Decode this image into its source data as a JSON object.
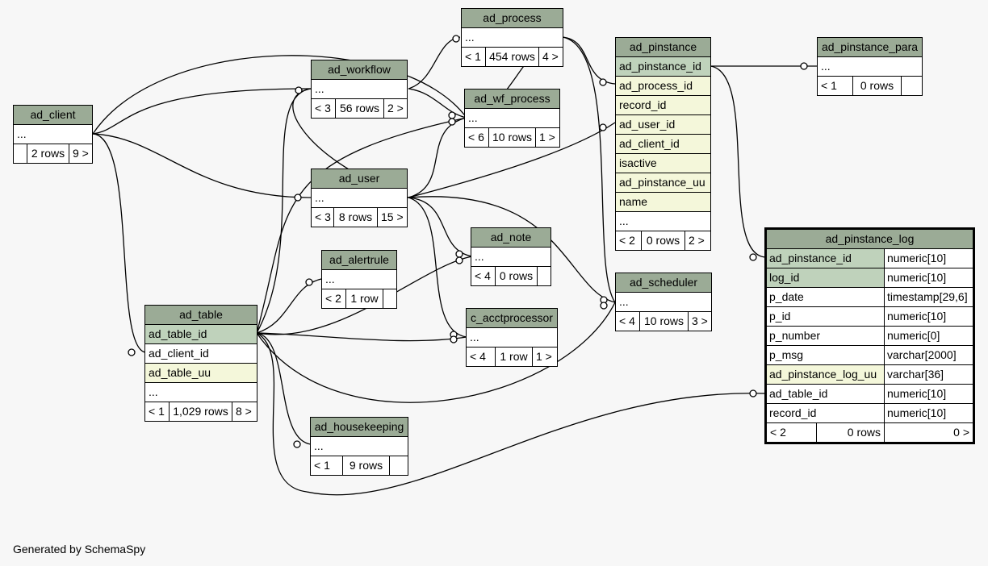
{
  "tables": {
    "ad_process": {
      "name": "ad_process",
      "more": "...",
      "foot": [
        "< 1",
        "454 rows",
        "4 >"
      ]
    },
    "ad_pinstance": {
      "name": "ad_pinstance",
      "columns": [
        "ad_pinstance_id",
        "ad_process_id",
        "record_id",
        "ad_user_id",
        "ad_client_id",
        "isactive",
        "ad_pinstance_uu",
        "name"
      ],
      "more": "...",
      "foot": [
        "< 2",
        "0 rows",
        "2 >"
      ]
    },
    "ad_pinstance_para": {
      "name": "ad_pinstance_para",
      "more": "...",
      "foot": [
        "< 1",
        "0 rows",
        ""
      ]
    },
    "ad_client": {
      "name": "ad_client",
      "more": "...",
      "foot": [
        "",
        "2 rows",
        "9 >"
      ]
    },
    "ad_workflow": {
      "name": "ad_workflow",
      "more": "...",
      "foot": [
        "< 3",
        "56 rows",
        "2 >"
      ]
    },
    "ad_wf_process": {
      "name": "ad_wf_process",
      "more": "...",
      "foot": [
        "< 6",
        "10 rows",
        "1 >"
      ]
    },
    "ad_user": {
      "name": "ad_user",
      "more": "...",
      "foot": [
        "< 3",
        "8 rows",
        "15 >"
      ]
    },
    "ad_note": {
      "name": "ad_note",
      "more": "...",
      "foot": [
        "< 4",
        "0 rows",
        ""
      ]
    },
    "ad_alertrule": {
      "name": "ad_alertrule",
      "more": "...",
      "foot": [
        "< 2",
        "1 row",
        ""
      ]
    },
    "ad_table": {
      "name": "ad_table",
      "columns": [
        "ad_table_id",
        "ad_client_id",
        "ad_table_uu"
      ],
      "more": "...",
      "foot": [
        "< 1",
        "1,029 rows",
        "8 >"
      ]
    },
    "c_acctprocessor": {
      "name": "c_acctprocessor",
      "more": "...",
      "foot": [
        "< 4",
        "1 row",
        "1 >"
      ]
    },
    "ad_scheduler": {
      "name": "ad_scheduler",
      "more": "...",
      "foot": [
        "< 4",
        "10 rows",
        "3 >"
      ]
    },
    "ad_housekeeping": {
      "name": "ad_housekeeping",
      "more": "...",
      "foot": [
        "< 1",
        "9 rows",
        ""
      ]
    },
    "ad_pinstance_log": {
      "name": "ad_pinstance_log",
      "columns": [
        {
          "name": "ad_pinstance_id",
          "type": "numeric[10]"
        },
        {
          "name": "log_id",
          "type": "numeric[10]"
        },
        {
          "name": "p_date",
          "type": "timestamp[29,6]"
        },
        {
          "name": "p_id",
          "type": "numeric[10]"
        },
        {
          "name": "p_number",
          "type": "numeric[0]"
        },
        {
          "name": "p_msg",
          "type": "varchar[2000]"
        },
        {
          "name": "ad_pinstance_log_uu",
          "type": "varchar[36]"
        },
        {
          "name": "ad_table_id",
          "type": "numeric[10]"
        },
        {
          "name": "record_id",
          "type": "numeric[10]"
        }
      ],
      "foot": [
        "< 2",
        "0 rows",
        "0 >"
      ]
    }
  },
  "footer_text": "Generated by SchemaSpy"
}
